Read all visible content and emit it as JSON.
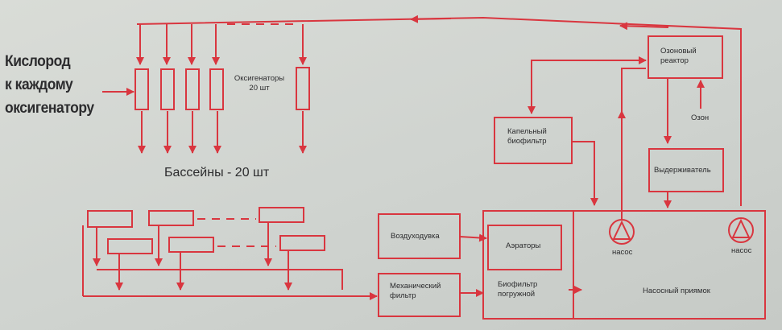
{
  "colors": {
    "line": "#d9363f",
    "text": "#2c2c2e"
  },
  "labels": {
    "oxygen_line1": "Кислород",
    "oxygen_line2": "к каждому",
    "oxygen_line3": "оксигенатору",
    "oxygenators_line1": "Оксигенаторы",
    "oxygenators_line2": "20 шт",
    "pools": "Бассейны - 20 шт",
    "ozone_reactor_line1": "Озоновый",
    "ozone_reactor_line2": "реактор",
    "ozone": "Озон",
    "drip_biofilter_line1": "Капельный",
    "drip_biofilter_line2": "биофильтр",
    "holder": "Выдерживатель",
    "blower": "Воздуходувка",
    "aerators": "Аэраторы",
    "mech_filter_line1": "Механический",
    "mech_filter_line2": "фильтр",
    "submerged_biofilter_line1": "Биофильтр",
    "submerged_biofilter_line2": "погружной",
    "pump_left": "насос",
    "pump_right": "насос",
    "pump_pit": "Насосный приямок"
  }
}
